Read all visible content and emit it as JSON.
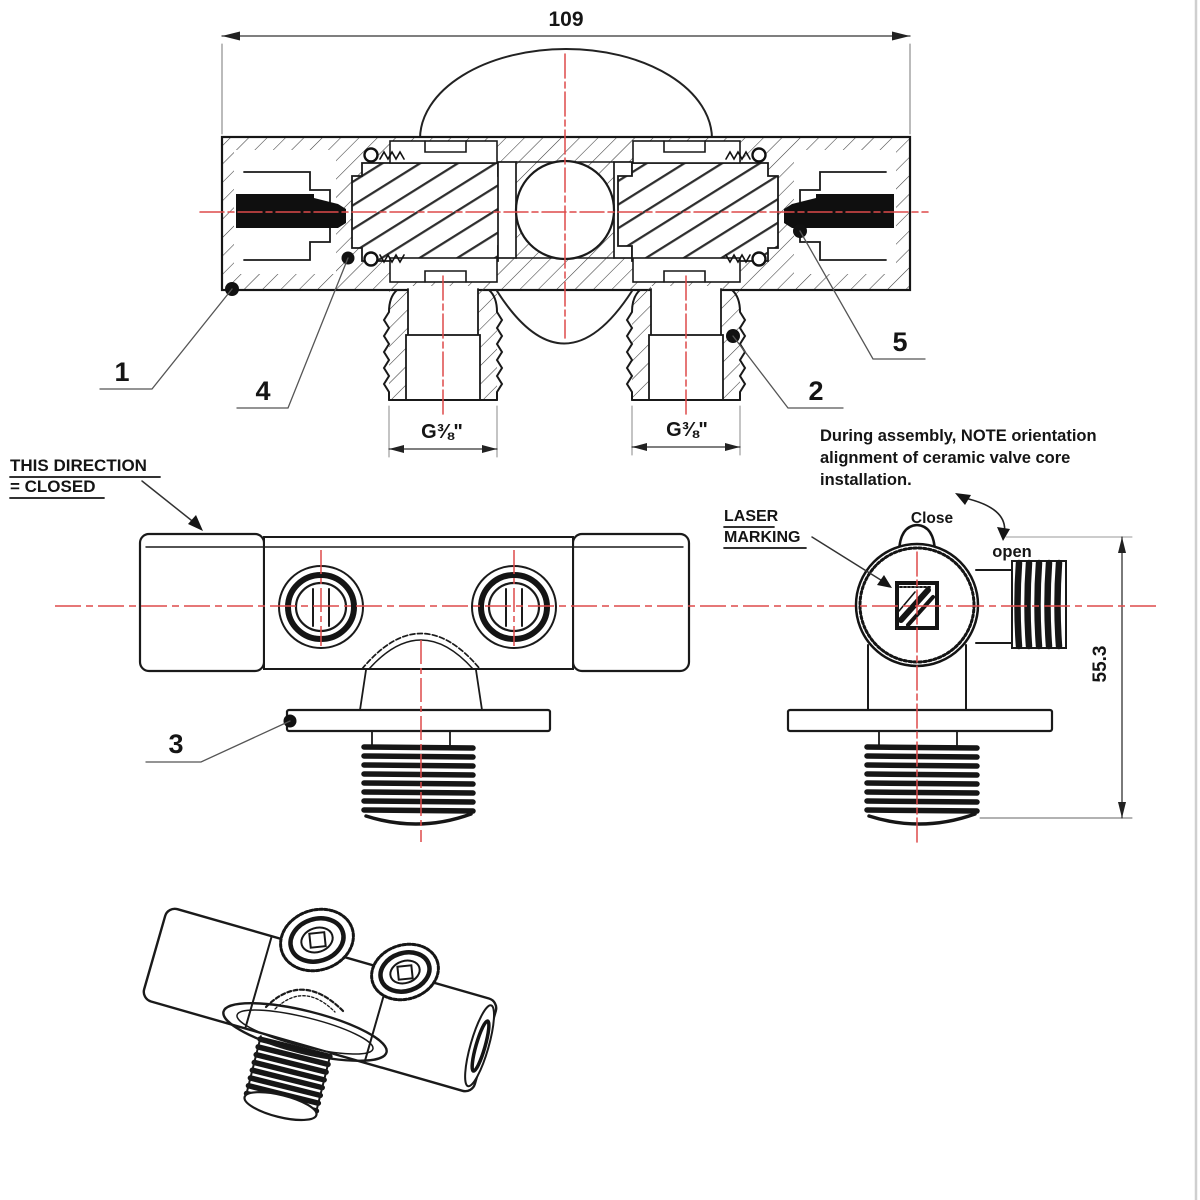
{
  "colors": {
    "line": "#1c1c1c",
    "centerline_red": "#dd4a4a",
    "paper": "#ffffff",
    "edge_shadow": "#cfcfcf"
  },
  "top_view": {
    "dim_width": "109",
    "thread_left": "G⅜\"",
    "thread_right": "G⅜\"",
    "callout_1": "1",
    "callout_2": "2",
    "callout_4": "4",
    "callout_5": "5"
  },
  "front_view": {
    "callout_3": "3",
    "direction_note": [
      "THIS DIRECTION",
      "= CLOSED"
    ]
  },
  "end_view": {
    "laser_marking": [
      "LASER",
      "MARKING"
    ],
    "close_label": "Close",
    "open_label": "open",
    "dim_height": "55.3",
    "assembly_note": [
      "During assembly, NOTE orientation",
      "alignment of ceramic valve core",
      "installation."
    ]
  }
}
